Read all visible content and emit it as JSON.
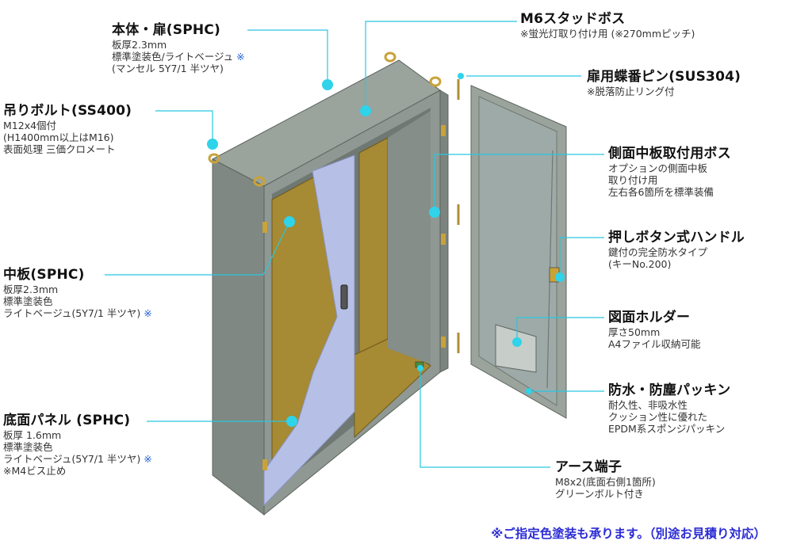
{
  "colors": {
    "leader": "#28c8e0",
    "dot": "#2fd3ea",
    "cabinet": "#8f9892",
    "panel": "#a68a34",
    "door": "#b6bfe6",
    "note_blue": "#1f5fd6",
    "footer": "#2b2bd6"
  },
  "callouts": {
    "body_door": {
      "title": "本体・扉(SPHC)",
      "lines": [
        "板厚2.3mm",
        "標準塗装色/ライトベージュ",
        "(マンセル 5Y7/1 半ツヤ)"
      ],
      "mark": "※"
    },
    "hanging_bolt": {
      "title": "吊りボルト(SS400)",
      "lines": [
        "M12x4個付",
        "(H1400mm以上はM16)",
        "表面処理 三価クロメート"
      ]
    },
    "mid_panel": {
      "title": "中板(SPHC)",
      "lines": [
        "板厚2.3mm",
        "標準塗装色",
        "ライトベージュ(5Y7/1 半ツヤ)"
      ],
      "mark": "※"
    },
    "bottom_panel": {
      "title": "底面パネル (SPHC)",
      "lines": [
        "板厚 1.6mm",
        "標準塗装色",
        "ライトベージュ(5Y7/1 半ツヤ)",
        "※M4ビス止め"
      ],
      "mark": "※"
    },
    "stud_boss": {
      "title": "M6スタッドボス",
      "lines": [
        "※蛍光灯取り付け用 (※270mmピッチ)"
      ]
    },
    "hinge_pin": {
      "title": "扉用蝶番ピン(SUS304)",
      "lines": [
        "※脱落防止リング付"
      ]
    },
    "side_boss": {
      "title": "側面中板取付用ボス",
      "lines": [
        "オプションの側面中板",
        "取り付け用",
        "左右各6箇所を標準装備"
      ]
    },
    "handle": {
      "title": "押しボタン式ハンドル",
      "lines": [
        "鍵付の完全防水タイプ",
        "(キーNo.200)"
      ]
    },
    "drawing_holder": {
      "title": "図面ホルダー",
      "lines": [
        "厚さ50mm",
        "A4ファイル収納可能"
      ]
    },
    "packing": {
      "title": "防水・防塵パッキン",
      "lines": [
        "耐久性、非吸水性",
        "クッション性に優れた",
        "EPDM系スポンジパッキン"
      ]
    },
    "earth": {
      "title": "アース端子",
      "lines": [
        "M8x2(底面右側1箇所)",
        "グリーンボルト付き"
      ]
    }
  },
  "footer": "※ご指定色塗装も承ります。（別途お見積り対応）"
}
